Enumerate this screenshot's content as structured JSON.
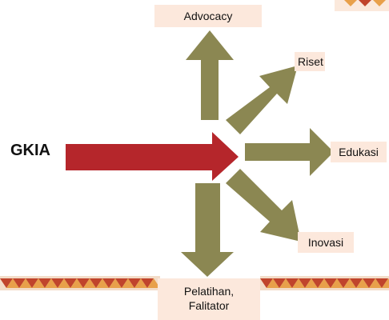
{
  "source": "GKIA",
  "targets": {
    "advocacy": "Advocacy",
    "riset": "Riset",
    "edukasi": "Edukasi",
    "inovasi": "Inovasi",
    "pelatihan_line1": "Pelatihan,",
    "pelatihan_line2": "Falitator"
  },
  "colors": {
    "main_arrow": "#b5262b",
    "branch_arrow": "#8b8752",
    "label_bg": "#fce8dc",
    "border_red": "#c0442c",
    "border_orange": "#e8a04a",
    "border_cream": "#f3dcc8"
  }
}
